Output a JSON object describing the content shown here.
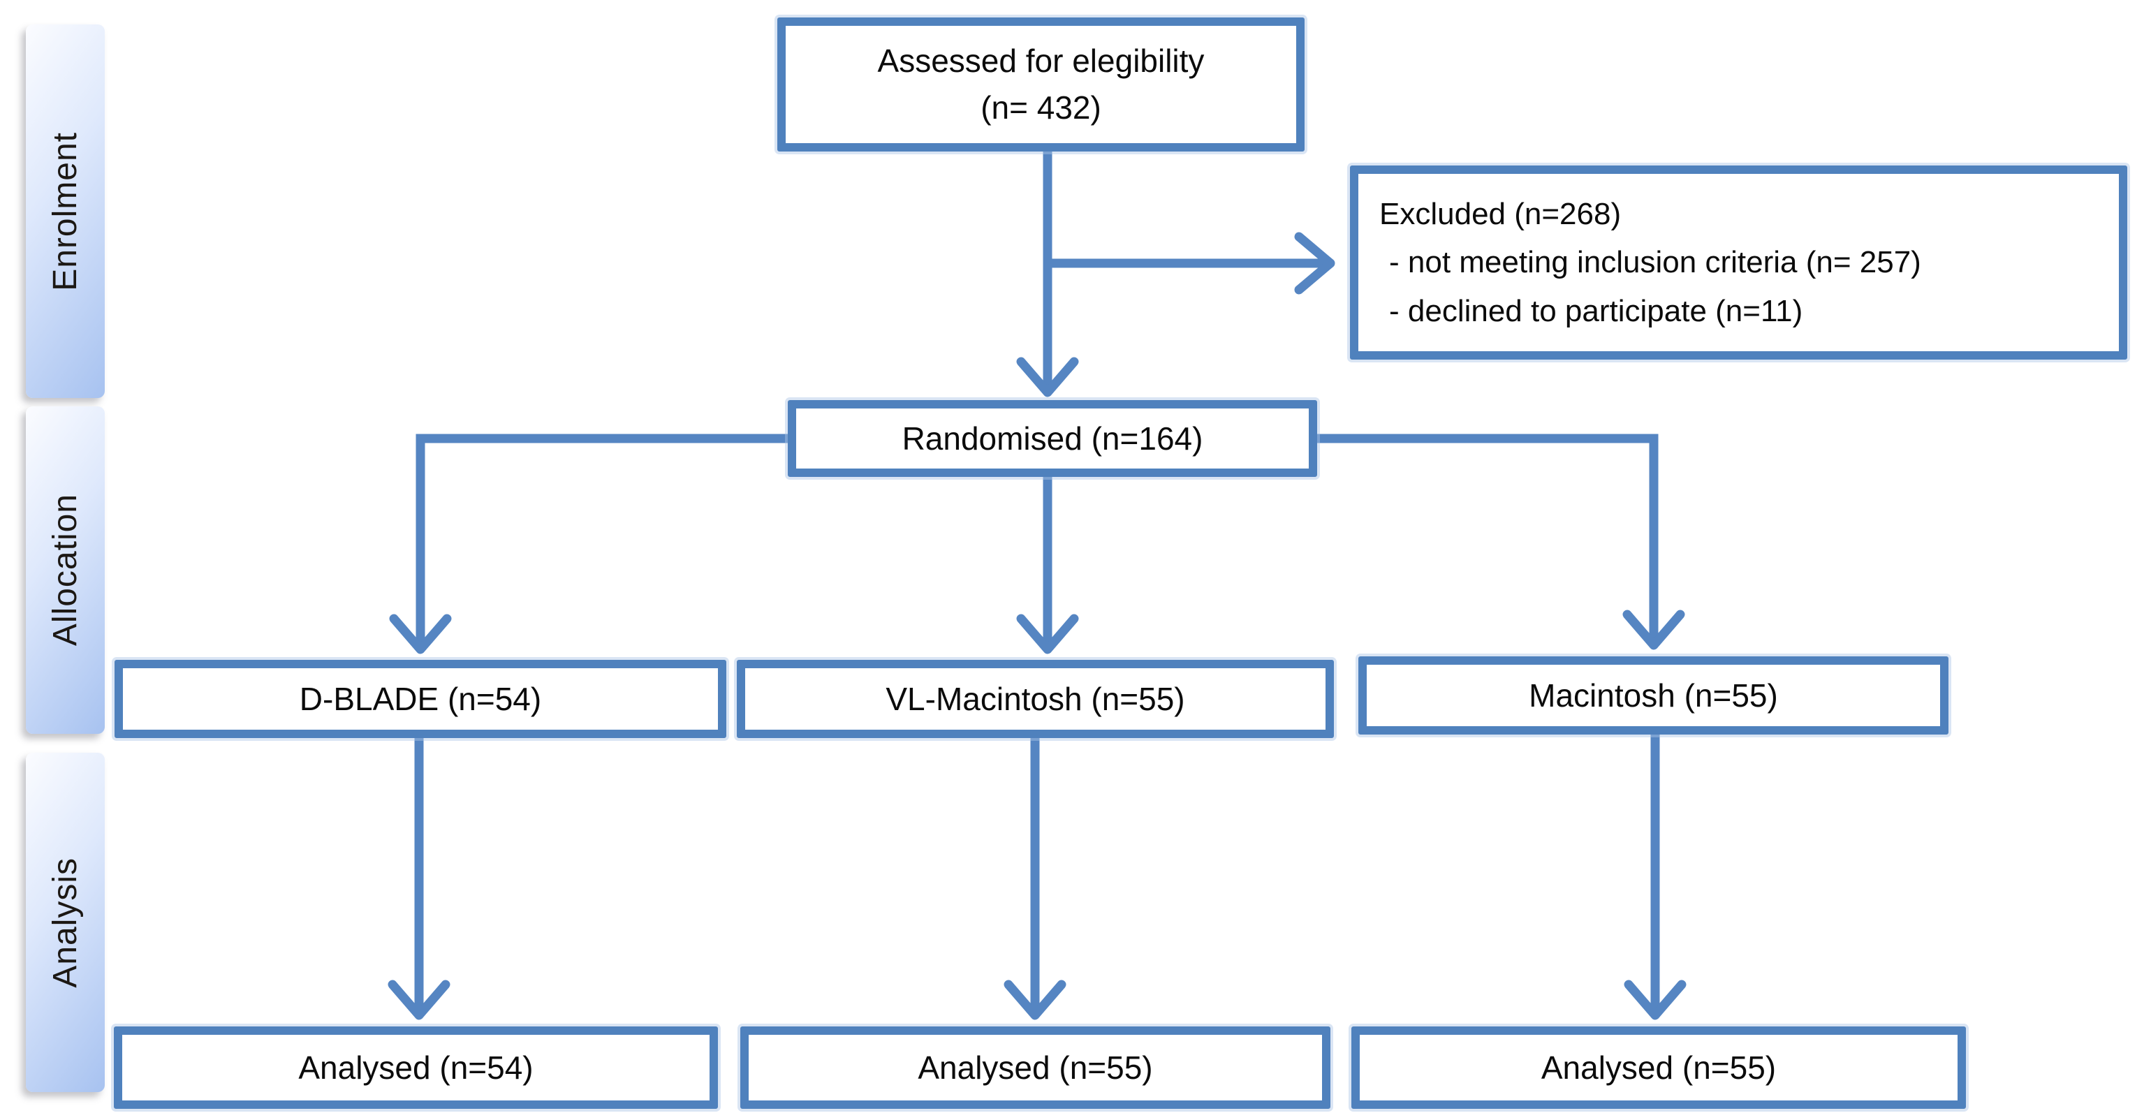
{
  "diagram_type": "consort-flow-diagram",
  "sidebar": {
    "sections": [
      {
        "label": "Enrolment"
      },
      {
        "label": "Allocation"
      },
      {
        "label": "Analysis"
      }
    ]
  },
  "boxes": {
    "assessed": {
      "line1": "Assessed for elegibility",
      "line2": "(n= 432)"
    },
    "excluded": {
      "title": "Excluded (n=268)",
      "items": [
        "- not meeting inclusion criteria (n= 257)",
        "- declined to participate (n=11)"
      ]
    },
    "randomised": {
      "label": "Randomised (n=164)"
    },
    "arm1": {
      "label": "D-BLADE (n=54)"
    },
    "arm2": {
      "label": "VL-Macintosh (n=55)"
    },
    "arm3": {
      "label": "Macintosh (n=55)"
    },
    "analysed1": {
      "label": "Analysed (n=54)"
    },
    "analysed2": {
      "label": "Analysed (n=55)"
    },
    "analysed3": {
      "label": "Analysed (n=55)"
    }
  },
  "colors": {
    "box_border": "#4f81bd",
    "connector": "#5585c2",
    "pill_gradient_start": "#fbfcff",
    "pill_gradient_end": "#a7c2f0",
    "text": "#0b0b0b"
  }
}
